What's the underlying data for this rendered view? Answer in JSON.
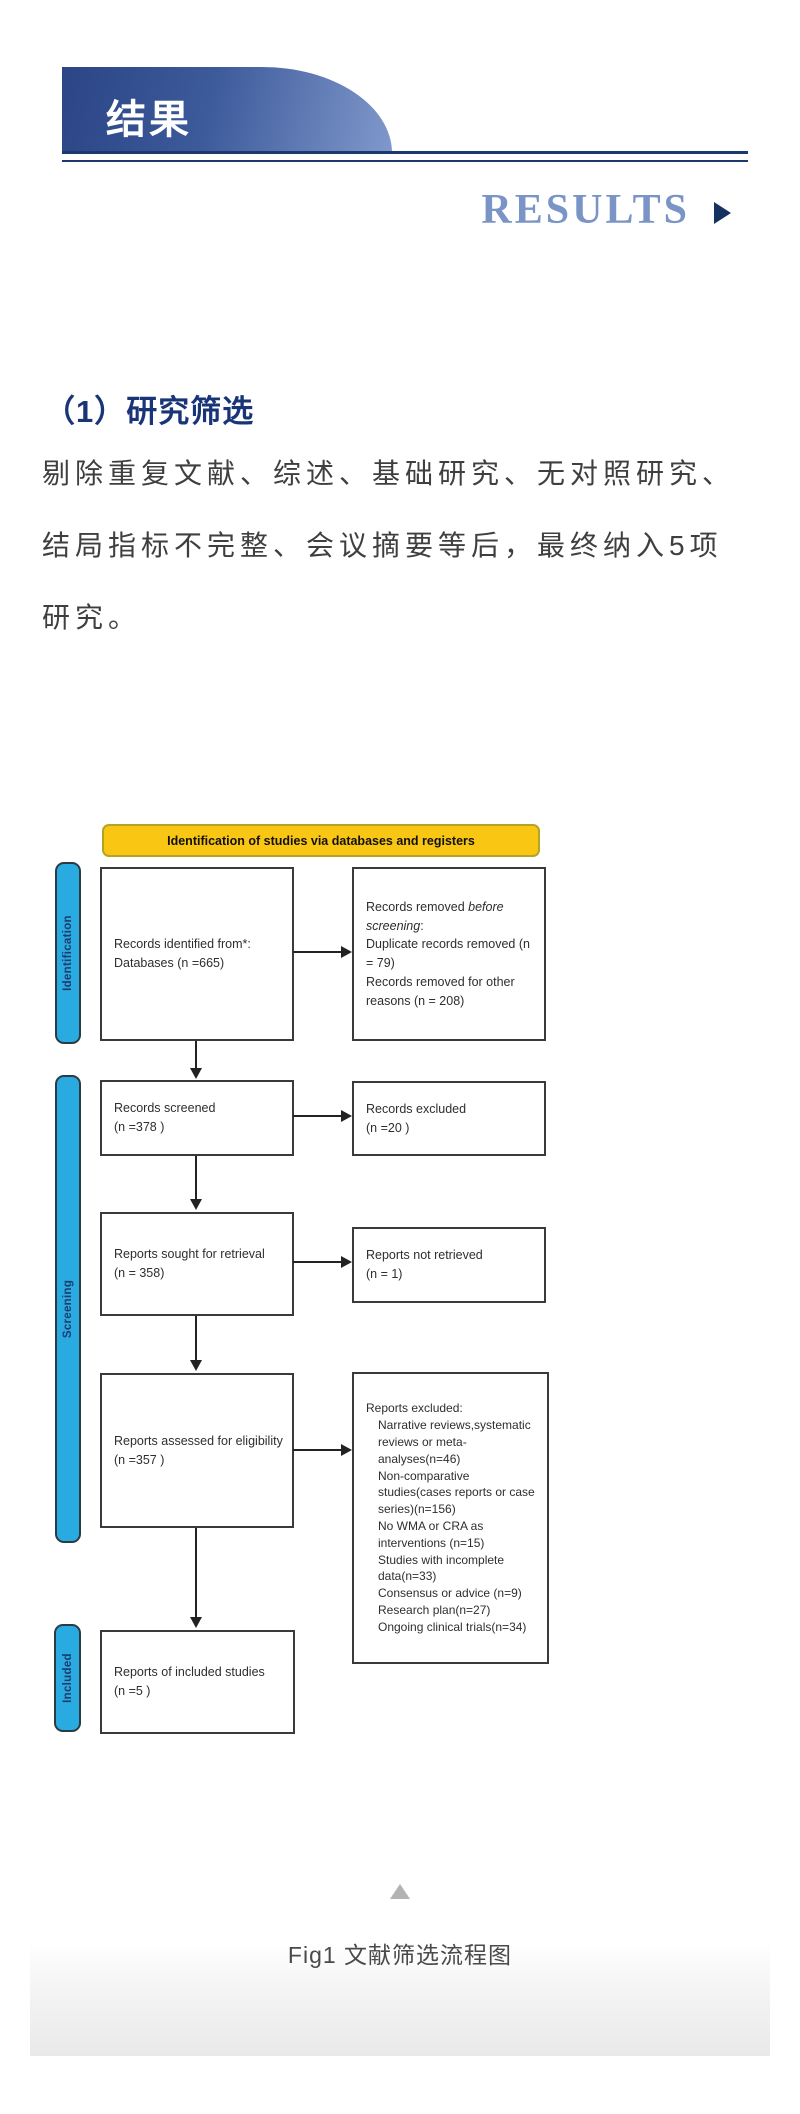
{
  "banner": {
    "title": "结果"
  },
  "results_row": {
    "label": "RESULTS"
  },
  "section": {
    "heading": "（1）研究筛选",
    "paragraph_lines": [
      "剔除重复文献、综述、基础研究、无对照研究、",
      "结局指标不完整、会议摘要等后，最终纳入5项",
      "研究。"
    ]
  },
  "flowchart": {
    "header": "Identification of studies via databases and registers",
    "stage_labels": {
      "identification": "Identification",
      "screening": "Screening",
      "included": "Included"
    },
    "main_boxes": [
      {
        "line1": "Records identified from*:",
        "line2": "Databases (n =665)"
      },
      {
        "line1": "Records screened",
        "line2": "(n =378 )"
      },
      {
        "line1": "Reports sought for retrieval",
        "line2": "(n = 358)"
      },
      {
        "line1": "Reports assessed for eligibility",
        "line2": "(n =357 )"
      },
      {
        "line1": "Reports of included studies",
        "line2": "(n =5 )"
      }
    ],
    "side_boxes": {
      "removed_before": {
        "text_prefix": "Records removed ",
        "text_italic": "before screening",
        "text_suffix": ":",
        "detail1": "Duplicate records removed  (n = 79)",
        "detail2": "Records removed for other reasons (n = 208)"
      },
      "records_excluded": {
        "line1": "Records excluded",
        "line2": "(n =20 )"
      },
      "not_retrieved": {
        "line1": "Reports not retrieved",
        "line2": "(n = 1)"
      },
      "reports_excluded": {
        "title": "Reports excluded:",
        "items": [
          "Narrative reviews,systematic reviews or meta-analyses(n=46)",
          "Non-comparative studies(cases reports or case series)(n=156)",
          "No WMA or CRA as interventions (n=15)",
          "Studies with incomplete data(n=33)",
          "Consensus or advice (n=9)",
          "Research plan(n=27)",
          "Ongoing clinical trials(n=34)"
        ]
      }
    }
  },
  "figure": {
    "caption": "Fig1 文献筛选流程图"
  },
  "colors": {
    "banner_gradient_dark": "#2b4585",
    "banner_gradient_light": "#8099cc",
    "rule_navy": "#1d3a6e",
    "results_blue": "#7b94c6",
    "results_arrow_navy": "#16325f",
    "heading_navy": "#1a3478",
    "body_text_gray": "#3f3f3f",
    "flow_header_yellow": "#f9c613",
    "flow_header_border": "#b5a423",
    "stage_tab_blue": "#29abe2",
    "stage_tab_text": "#1c3c6e",
    "box_border": "#3a3a3a"
  }
}
